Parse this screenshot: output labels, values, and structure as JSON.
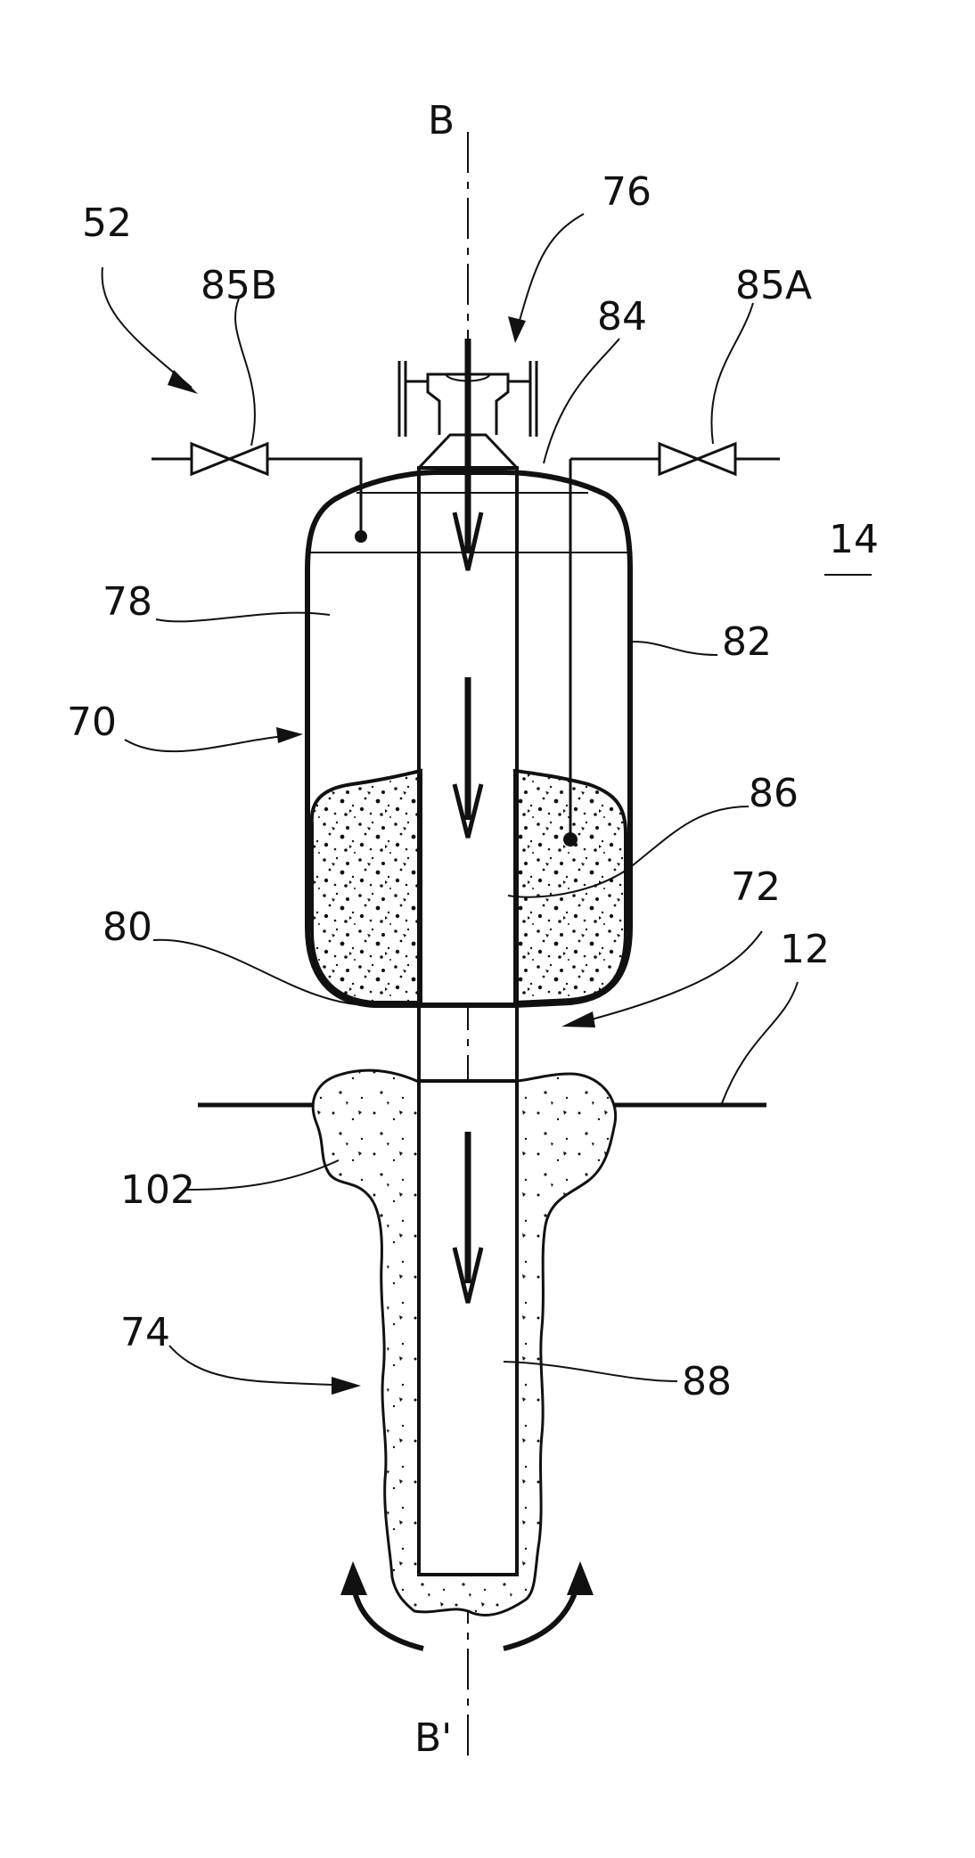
{
  "labels": {
    "B": "B",
    "B_prime": "B'",
    "l52": "52",
    "l76": "76",
    "l85B": "85B",
    "l84": "84",
    "l85A": "85A",
    "l14": "14",
    "l78": "78",
    "l82": "82",
    "l70": "70",
    "l86": "86",
    "l72": "72",
    "l80": "80",
    "l12": "12",
    "l102": "102",
    "l74": "74",
    "l88": "88"
  }
}
